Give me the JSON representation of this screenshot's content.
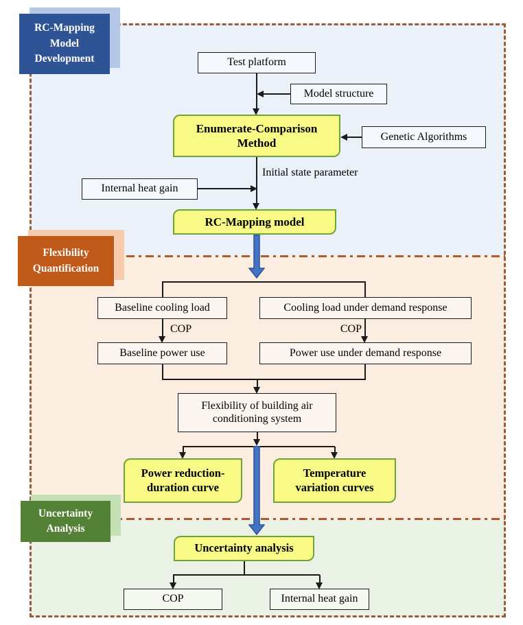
{
  "section_labels": {
    "model_dev": {
      "line1": "RC-Mapping",
      "line2": "Model",
      "line3": "Development"
    },
    "flex_quant": {
      "line1": "Flexibility",
      "line2": "Quantification"
    },
    "uncertainty": {
      "line1": "Uncertainty",
      "line2": "Analysis"
    }
  },
  "nodes": {
    "test_platform": "Test platform",
    "model_structure": "Model structure",
    "enum_method": {
      "line1": "Enumerate-Comparison",
      "line2": "Method"
    },
    "genetic_algorithms": "Genetic Algorithms",
    "internal_heat_gain": "Internal heat gain",
    "rc_mapping_model": "RC-Mapping model",
    "baseline_cooling_load": "Baseline cooling load",
    "cooling_load_dr": "Cooling load under demand response",
    "baseline_power_use": "Baseline power use",
    "power_use_dr": "Power use under demand response",
    "flexibility_system": {
      "line1": "Flexibility of building air",
      "line2": "conditioning system"
    },
    "power_reduction_curve": {
      "line1": "Power reduction-",
      "line2": "duration curve"
    },
    "temperature_curves": {
      "line1": "Temperature",
      "line2": "variation curves"
    },
    "uncertainty_analysis": "Uncertainty analysis",
    "cop_output": "COP",
    "internal_heat_gain_output": "Internal heat gain"
  },
  "edge_labels": {
    "initial_state_parameter": "Initial state parameter",
    "cop_left": "COP",
    "cop_right": "COP"
  },
  "colors": {
    "section1_bg": "#EAF1F9",
    "section2_bg": "#FBEDE0",
    "section3_bg": "#EAF2E5",
    "dashed_border": "#9A5B38",
    "dash_dot_line": "#AD5A2E",
    "label1_fill": "#2F5496",
    "label1_shadow": "#B4C7E7",
    "label2_fill": "#C05A1A",
    "label2_shadow": "#F8CBAD",
    "label3_fill": "#538135",
    "label3_shadow": "#C5E0B4",
    "process_fill": "#F9FA86",
    "process_border": "#6EA33A",
    "flow_arrow_fill": "#4472C4",
    "flow_arrow_border": "#2F5496"
  }
}
